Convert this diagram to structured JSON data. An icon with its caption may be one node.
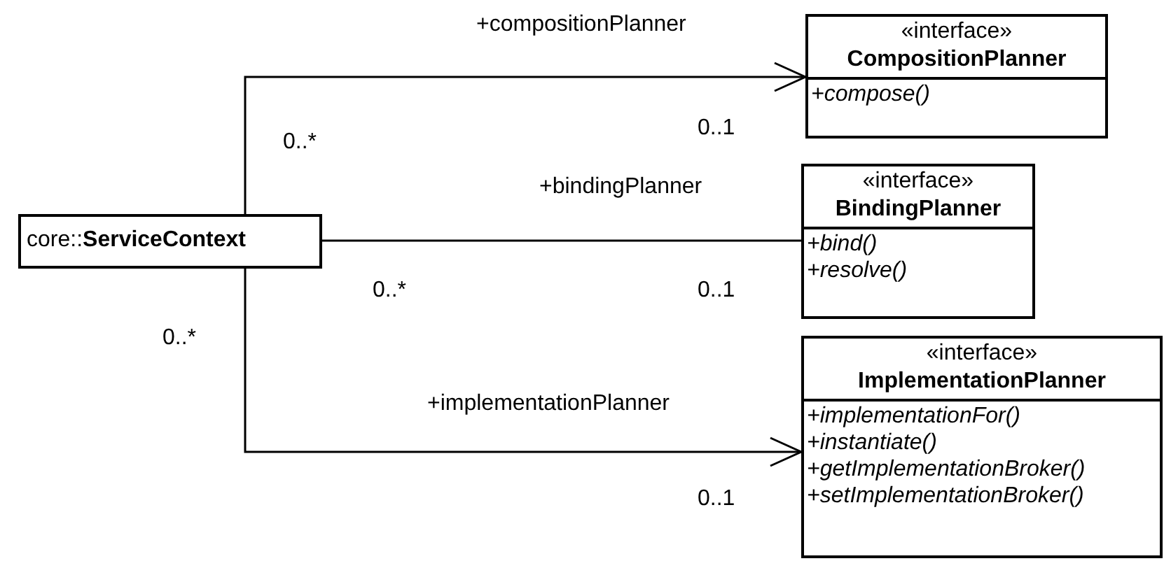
{
  "diagram": {
    "nodes": [
      {
        "text": [
          "core::**ServiceContext**"
        ]
      },
      {
        "text": [
          "«interface»",
          "CompositionPlanner",
          "+compose()"
        ]
      },
      {
        "text": [
          "«interface»",
          "BindingPlanner",
          "+bind()",
          "+resolve()"
        ]
      },
      {
        "text": [
          "«interface»",
          "ImplementationPlanner",
          "+implementationFor()",
          "+instantiate()",
          "+getImplementationBroker()",
          "+setImplementationBroker()"
        ]
      }
    ],
    "edges": [
      {
        "from": 0,
        "to": 1,
        "arrow": "to",
        "label": "+compositionPlanner"
      },
      {
        "from": 0,
        "to": 2,
        "arrow": "none",
        "label": "+bindingPlanner"
      },
      {
        "from": 0,
        "to": 3,
        "arrow": "to",
        "label": "+implementationPlanner"
      }
    ],
    "labels": [
      "0..*",
      "0..1",
      "0..*",
      "0..1",
      "0..*",
      "0..1"
    ]
  }
}
